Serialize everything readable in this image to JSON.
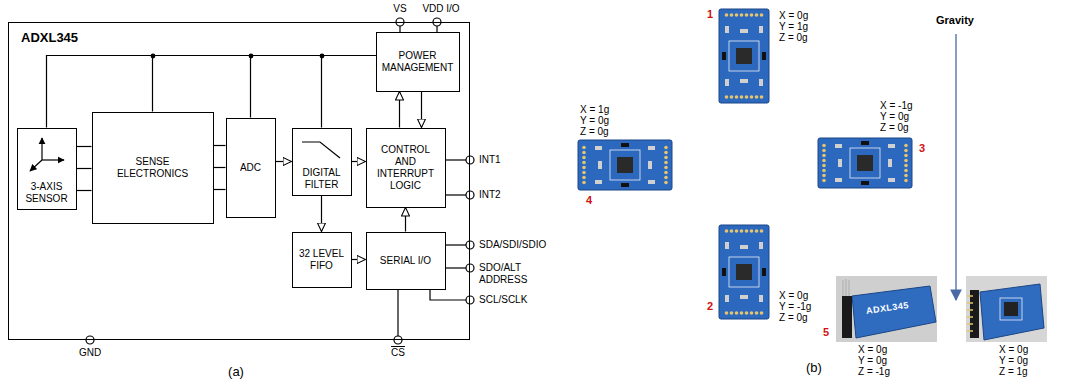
{
  "diagram": {
    "nodes": [
      {
        "text": [
          "ADXL345"
        ]
      },
      {
        "text": [
          "3-AXIS SENSOR"
        ],
        "in": 0
      },
      {
        "text": [
          "SENSE ELECTRONICS"
        ],
        "in": 0
      },
      {
        "text": [
          "ADC"
        ],
        "in": 0
      },
      {
        "text": [
          "DIGITAL FILTER"
        ],
        "in": 0
      },
      {
        "text": [
          "POWER MANAGEMENT"
        ],
        "in": 0
      },
      {
        "text": [
          "CONTROL AND INTERRUPT LOGIC"
        ],
        "in": 0
      },
      {
        "text": [
          "32 LEVEL FIFO"
        ],
        "in": 0
      },
      {
        "text": [
          "SERIAL I/O"
        ],
        "in": 0
      }
    ],
    "edges": [
      {
        "from": 1,
        "to": 2,
        "arrow": "none"
      },
      {
        "from": 1,
        "to": 2,
        "arrow": "none"
      },
      {
        "from": 1,
        "to": 2,
        "arrow": "none"
      },
      {
        "from": 2,
        "to": 3,
        "arrow": "none"
      },
      {
        "from": 2,
        "to": 3,
        "arrow": "none"
      },
      {
        "from": 2,
        "to": 3,
        "arrow": "none"
      },
      {
        "from": 3,
        "to": 4,
        "arrow": "to"
      },
      {
        "from": 4,
        "to": 6,
        "arrow": "to"
      },
      {
        "from": 4,
        "to": 7,
        "arrow": "to"
      },
      {
        "from": 7,
        "to": 8,
        "arrow": "to"
      },
      {
        "from": 8,
        "to": 6,
        "arrow": "to"
      },
      {
        "from": 6,
        "to": 5,
        "arrow": "to"
      },
      {
        "from": 5,
        "to": 6,
        "arrow": "to"
      },
      {
        "from": 5,
        "to": 1,
        "arrow": "none"
      },
      {
        "from": 5,
        "to": 2,
        "arrow": "none"
      },
      {
        "from": 5,
        "to": 3,
        "arrow": "none"
      },
      {
        "from": 5,
        "to": 4,
        "arrow": "none"
      }
    ],
    "labels": [
      "VS",
      "VDD I/O",
      "INT1",
      "INT2",
      "SDA/SDI/SDIO",
      "SDO/ALT ADDRESS",
      "SCL/SCLK",
      "GND",
      "CS",
      "(a)",
      "1",
      "X = 0g",
      "Y = 1g",
      "Z = 0g",
      "X = 1g",
      "Y = 0g",
      "Z = 0g",
      "4",
      "X = -1g",
      "Y = 0g",
      "Z = 0g",
      "3",
      "2",
      "X = 0g",
      "Y = -1g",
      "Z = 0g",
      "Gravity",
      "ADXL345",
      "5",
      "X = 0g",
      "Y = 0g",
      "Z = -1g",
      "X = 0g",
      "Y = 0g",
      "Z = 1g",
      "(b)"
    ]
  }
}
